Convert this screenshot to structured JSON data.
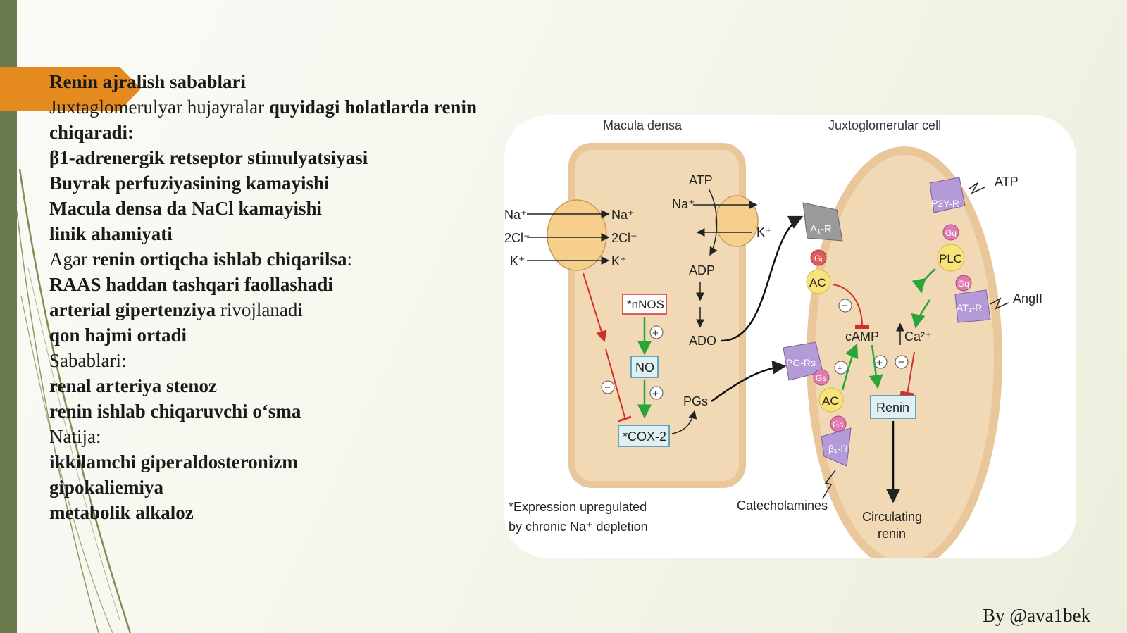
{
  "slide": {
    "lines": [
      {
        "segments": [
          {
            "t": "Renin ajralish sabablari",
            "b": true
          }
        ]
      },
      {
        "segments": [
          {
            "t": "Juxtaglomerulyar hujayralar ",
            "b": false
          },
          {
            "t": "quyidagi holatlarda renin",
            "b": true
          }
        ]
      },
      {
        "segments": [
          {
            "t": "chiqaradi:",
            "b": true
          }
        ]
      },
      {
        "segments": [
          {
            "t": "β1-adrenergik retseptor stimulyatsiyasi",
            "b": true
          }
        ]
      },
      {
        "segments": [
          {
            "t": "Buyrak perfuziyasining kamayishi",
            "b": true
          }
        ]
      },
      {
        "segments": [
          {
            "t": "Macula densa da NaCl kamayishi",
            "b": true
          }
        ]
      },
      {
        "segments": [
          {
            "t": "linik ahamiyati",
            "b": true
          }
        ]
      },
      {
        "segments": [
          {
            "t": "Agar ",
            "b": false
          },
          {
            "t": "renin ortiqcha ishlab chiqarilsa",
            "b": true
          },
          {
            "t": ":",
            "b": false
          }
        ]
      },
      {
        "segments": [
          {
            "t": "RAAS haddan tashqari faollashadi",
            "b": true
          }
        ]
      },
      {
        "segments": [
          {
            "t": "arterial gipertenziya",
            "b": true
          },
          {
            "t": " rivojlanadi",
            "b": false
          }
        ]
      },
      {
        "segments": [
          {
            "t": "qon hajmi ortadi",
            "b": true
          }
        ]
      },
      {
        "segments": [
          {
            "t": "Sabablari:",
            "b": false
          }
        ]
      },
      {
        "segments": [
          {
            "t": "renal arteriya stenoz",
            "b": true
          }
        ]
      },
      {
        "segments": [
          {
            "t": "renin ishlab chiqaruvchi o‘sma",
            "b": true
          }
        ]
      },
      {
        "segments": [
          {
            "t": "Natija:",
            "b": false
          }
        ]
      },
      {
        "segments": [
          {
            "t": "ikkilamchi giperaldosteronizm",
            "b": true
          }
        ]
      },
      {
        "segments": [
          {
            "t": "gipokaliemiya",
            "b": true
          }
        ]
      },
      {
        "segments": [
          {
            "t": "metabolik alkaloz",
            "b": true
          }
        ]
      }
    ],
    "footer": "By @ava1bek",
    "colors": {
      "accent_bar": "#6a7a4c",
      "accent_tab": "#e58a1f"
    }
  },
  "diagram": {
    "macula_title": "Macula densa",
    "jg_title": "Juxtoglomerular cell",
    "na_in": "Na⁺",
    "na_out": "Na⁺",
    "cl_in": "2Cl⁻",
    "cl_out": "2Cl⁻",
    "k_in": "K⁺",
    "k_out": "K⁺",
    "atp": "ATP",
    "na_pump": "Na⁺",
    "k_pump": "K⁺",
    "adp": "ADP",
    "ado": "ADO",
    "pgs": "PGs",
    "nnos": "*nNOS",
    "no": "NO",
    "cox2": "*COX-2",
    "a1r": "A₁-R",
    "gi_1": "Gᵢ",
    "ac_1": "AC",
    "camp": "cAMP",
    "ca": "Ca²⁺",
    "p2yr": "P2Y-R",
    "gq_1": "Gq",
    "plc": "PLC",
    "gq_2": "Gq",
    "atp_ext": "ATP",
    "at1r": "AT₁-R",
    "angii": "AngII",
    "pgrs": "PG-Rs",
    "gs_1": "Gs",
    "ac_2": "AC",
    "gs_2": "Gs",
    "b1r": "β₁-R",
    "renin": "Renin",
    "catecholamines": "Catecholamines",
    "circ_1": "Circulating",
    "circ_2": "renin",
    "note_1": "*Expression upregulated",
    "note_2": "by chronic Na⁺ depletion",
    "plus": "+",
    "minus": "−"
  }
}
